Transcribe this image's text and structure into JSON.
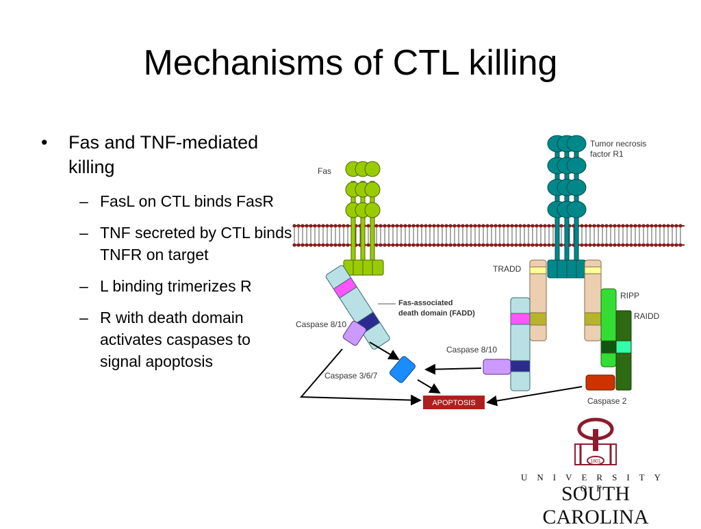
{
  "slide": {
    "title": "Mechanisms of CTL killing",
    "bullet": "Fas and TNF-mediated killing",
    "sub_bullets": [
      "FasL on CTL binds FasR",
      "TNF secreted by CTL binds TNFR on target",
      "L binding trimerizes R",
      "R with death domain activates caspases to signal apoptosis"
    ]
  },
  "diagram": {
    "labels": {
      "fas": "Fas",
      "tnfr": "Tumor necrosis factor R1",
      "tnfr_line1": "Tumor necrosis",
      "tnfr_line2": "factor R1",
      "tradd": "TRADD",
      "ripp": "RIPP",
      "raidd": "RAIDD",
      "fadd_line1": "Fas-associated",
      "fadd_line2": "death domain (FADD)",
      "caspase_8_10_left": "Caspase 8/10",
      "caspase_8_10_right": "Caspase 8/10",
      "caspase_3_6_7": "Caspase 3/6/7",
      "apoptosis": "APOPTOSIS",
      "caspase_2": "Caspase 2"
    },
    "colors": {
      "fas": "#99cc00",
      "tnfr": "#00878a",
      "membrane": "#8b1a1a",
      "apoptosis": "#b01e1e",
      "fadd_pink": "#ff55ff",
      "death_domain": "#2b2b8f",
      "caspase_purple": "#cc99ff",
      "caspase_blue": "#1a8cff",
      "ripp_green": "#33dd33",
      "raidd_green": "#2d6a12",
      "caspase2_red": "#cc3300",
      "tradd_tan": "#eccfb0"
    }
  },
  "logo": {
    "line1": "UNIVERSITY OF",
    "line2": "SOUTH CAROLINA",
    "seal": "1801"
  }
}
